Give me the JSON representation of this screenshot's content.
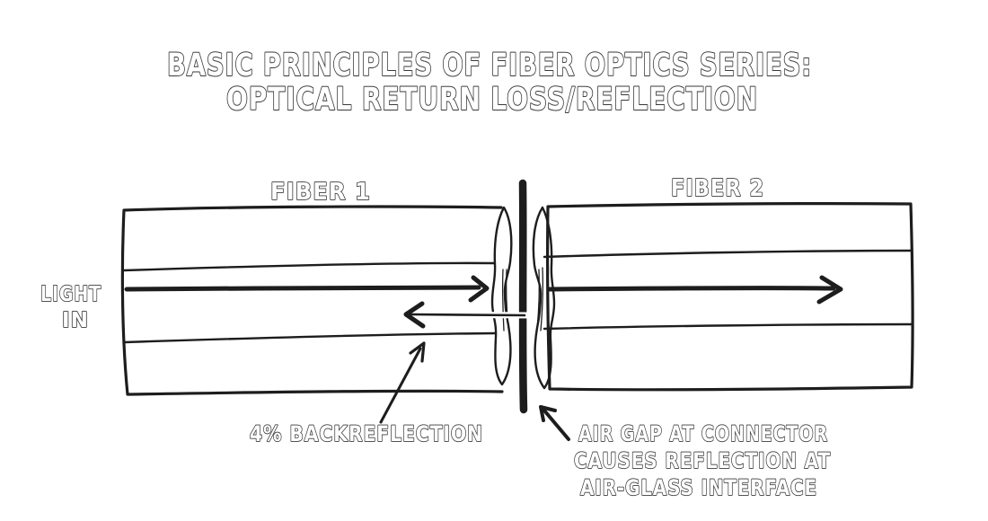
{
  "title": {
    "line1": "BASIC PRINCIPLES OF FIBER OPTICS SERIES:",
    "line2": "OPTICAL RETURN LOSS/REFLECTION"
  },
  "fibers": {
    "fiber1_label": "FIBER 1",
    "fiber2_label": "FIBER 2"
  },
  "annotations": {
    "light_in": {
      "line1": "LIGHT",
      "line2": "IN"
    },
    "backreflection": "4% BACKREFLECTION",
    "air_gap": {
      "line1": "AIR GAP AT CONNECTOR",
      "line2": "CAUSES REFLECTION AT",
      "line3": "AIR-GLASS INTERFACE"
    }
  },
  "arrows": [
    {
      "name": "incident-light",
      "direction": "right",
      "location": "fiber-1 core"
    },
    {
      "name": "backreflected-light",
      "direction": "left",
      "location": "fiber-1 core, starts at air gap"
    },
    {
      "name": "transmitted-light",
      "direction": "right",
      "location": "fiber-2 core"
    },
    {
      "name": "backreflection-pointer",
      "direction": "up-right",
      "points_to": "fiber-1 core boundary"
    },
    {
      "name": "air-gap-pointer",
      "direction": "up-left",
      "points_to": "air gap line at connector"
    }
  ],
  "colors": {
    "ink": "#1d1d1d",
    "background": "#ffffff",
    "letter_fill": "#ffffff",
    "letter_outline": "#3a3a3a",
    "endface_fill": "#fdfcf3"
  }
}
